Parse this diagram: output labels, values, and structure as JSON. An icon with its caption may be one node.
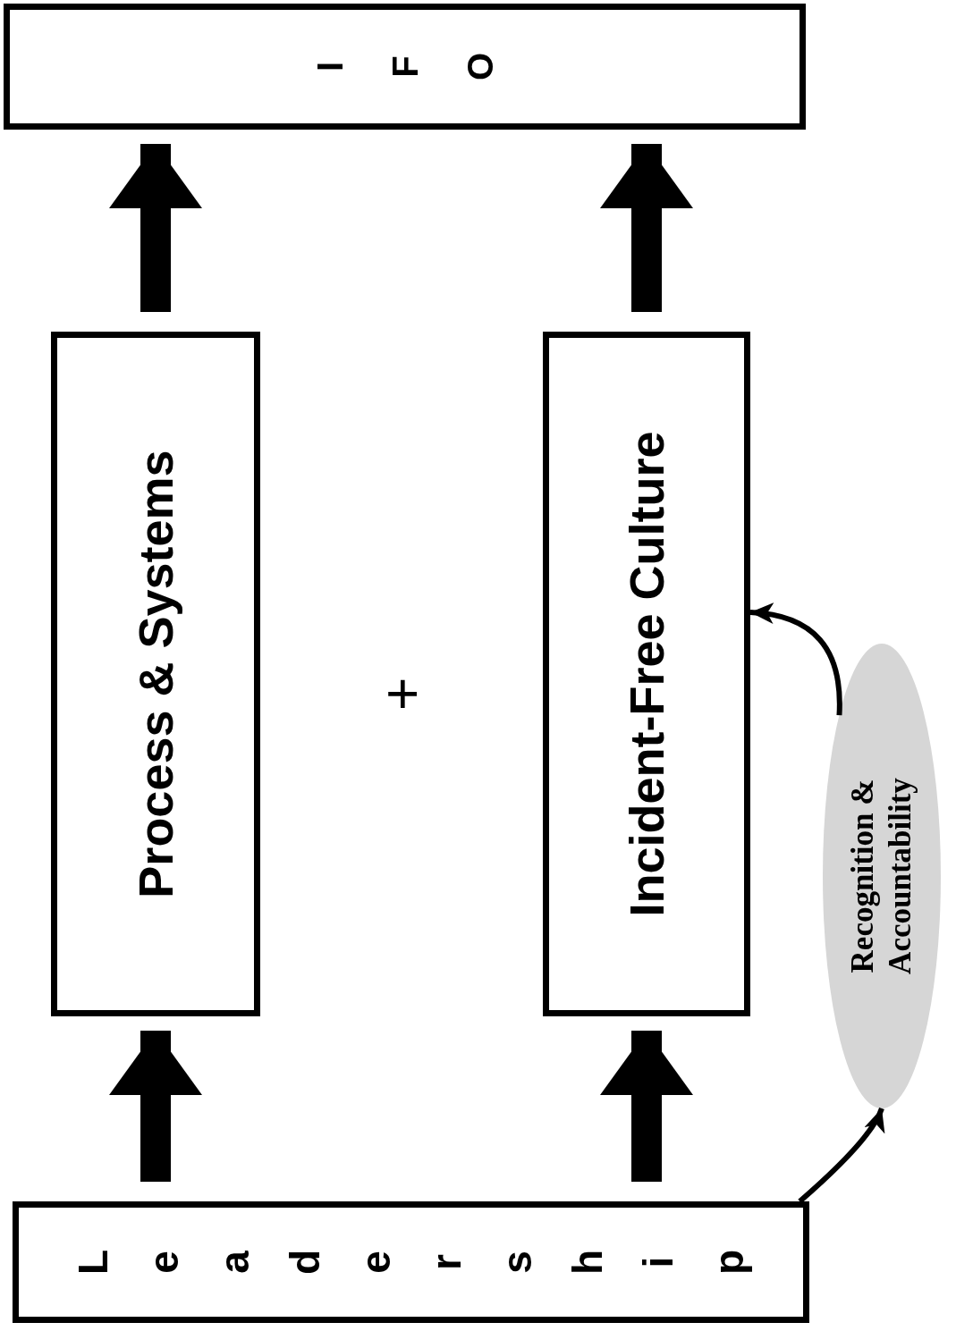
{
  "diagram": {
    "nodes": [
      {
        "text": [
          "Leadership"
        ]
      },
      {
        "text": [
          "Process & Systems"
        ]
      },
      {
        "text": [
          "Incident-Free Culture"
        ]
      },
      {
        "text": [
          "IFO"
        ]
      },
      {
        "text": [
          "Recognition & Accountability"
        ]
      }
    ],
    "edges": [
      {
        "from": 0,
        "to": 1,
        "arrow": "to"
      },
      {
        "from": 0,
        "to": 2,
        "arrow": "to"
      },
      {
        "from": 1,
        "to": 3,
        "arrow": "to"
      },
      {
        "from": 2,
        "to": 3,
        "arrow": "to"
      },
      {
        "from": 0,
        "to": 4,
        "arrow": "to"
      },
      {
        "from": 4,
        "to": 2,
        "arrow": "to"
      }
    ],
    "labels": [
      "+"
    ]
  }
}
